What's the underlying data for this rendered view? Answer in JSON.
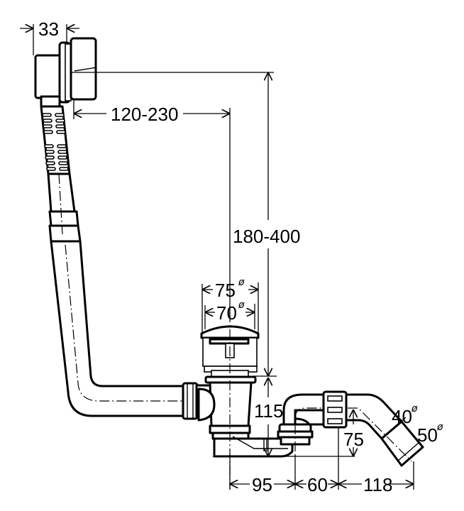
{
  "title": "Bath waste and overflow set – dimension drawing",
  "dimensions": {
    "overflow_width": "33",
    "horizontal_reach": "120-230",
    "vertical_height": "180-400",
    "plug_outer_diameter": "75",
    "plug_inner_diameter": "70",
    "trap_height": "115",
    "outlet_rise": "75",
    "outlet_inner_diameter": "40",
    "outlet_outer_diameter": "50",
    "distance_a": "95",
    "distance_b": "60",
    "distance_c": "118"
  },
  "symbols": {
    "diameter": "ø"
  },
  "colors": {
    "line": "#000000",
    "background": "#ffffff"
  }
}
